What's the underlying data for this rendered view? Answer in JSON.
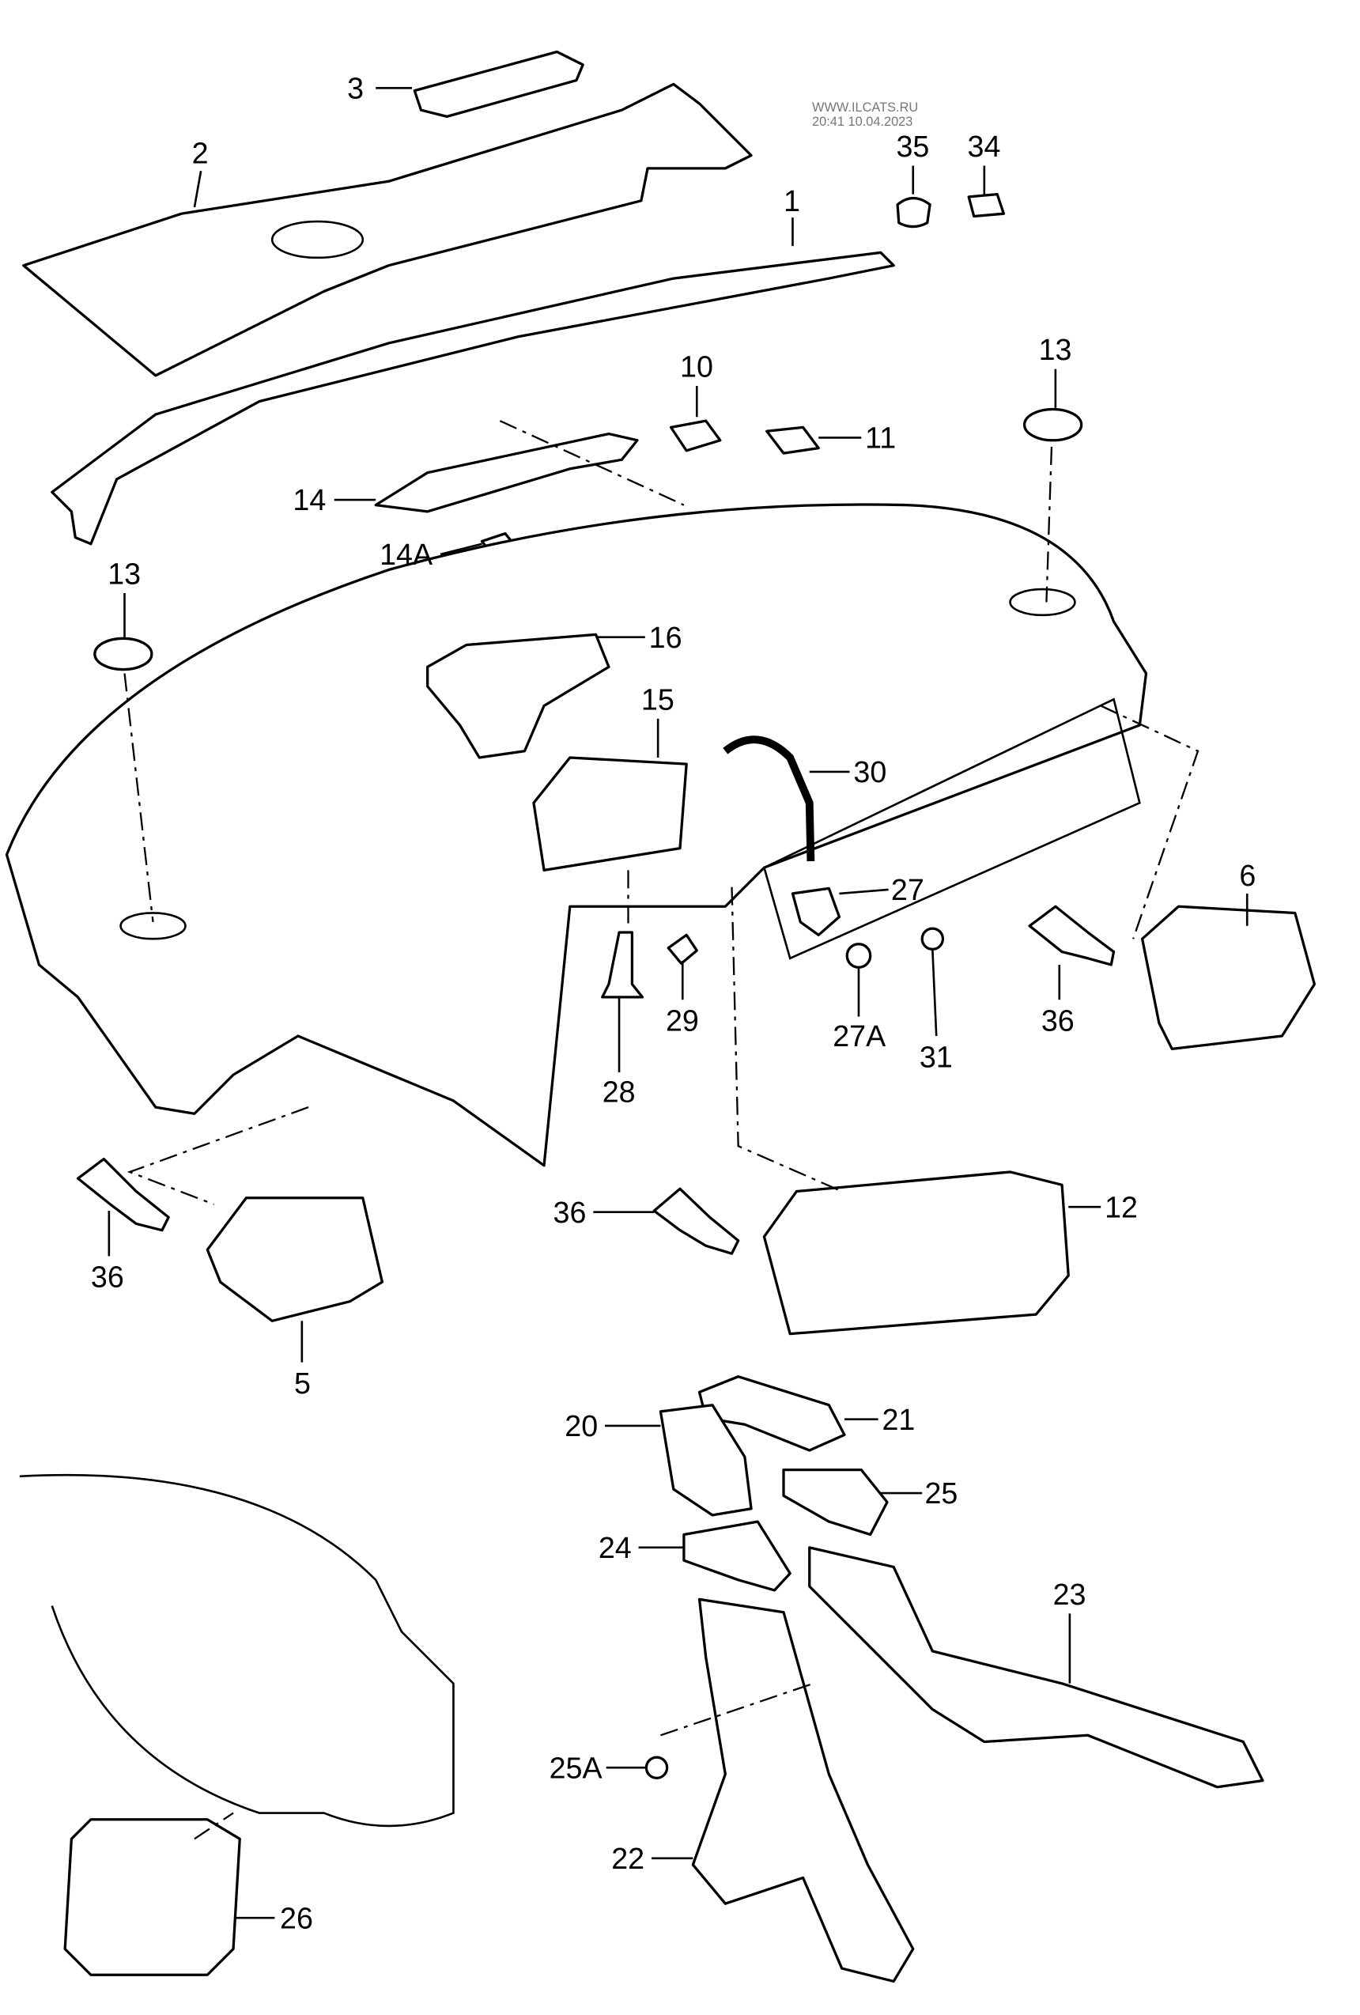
{
  "watermark": {
    "site": "WWW.ILCATS.RU",
    "timestamp": "20:41 10.04.2023"
  },
  "callouts": {
    "c1": "1",
    "c2": "2",
    "c3": "3",
    "c5": "5",
    "c6": "6",
    "c10": "10",
    "c11": "11",
    "c12": "12",
    "c13a": "13",
    "c13b": "13",
    "c14": "14",
    "c14A": "14A",
    "c15": "15",
    "c16": "16",
    "c20": "20",
    "c21": "21",
    "c22": "22",
    "c23": "23",
    "c24": "24",
    "c25": "25",
    "c25A": "25A",
    "c26": "26",
    "c27": "27",
    "c27A": "27A",
    "c28": "28",
    "c29": "29",
    "c30": "30",
    "c31": "31",
    "c34": "34",
    "c35": "35",
    "c36a": "36",
    "c36b": "36",
    "c36c": "36"
  }
}
